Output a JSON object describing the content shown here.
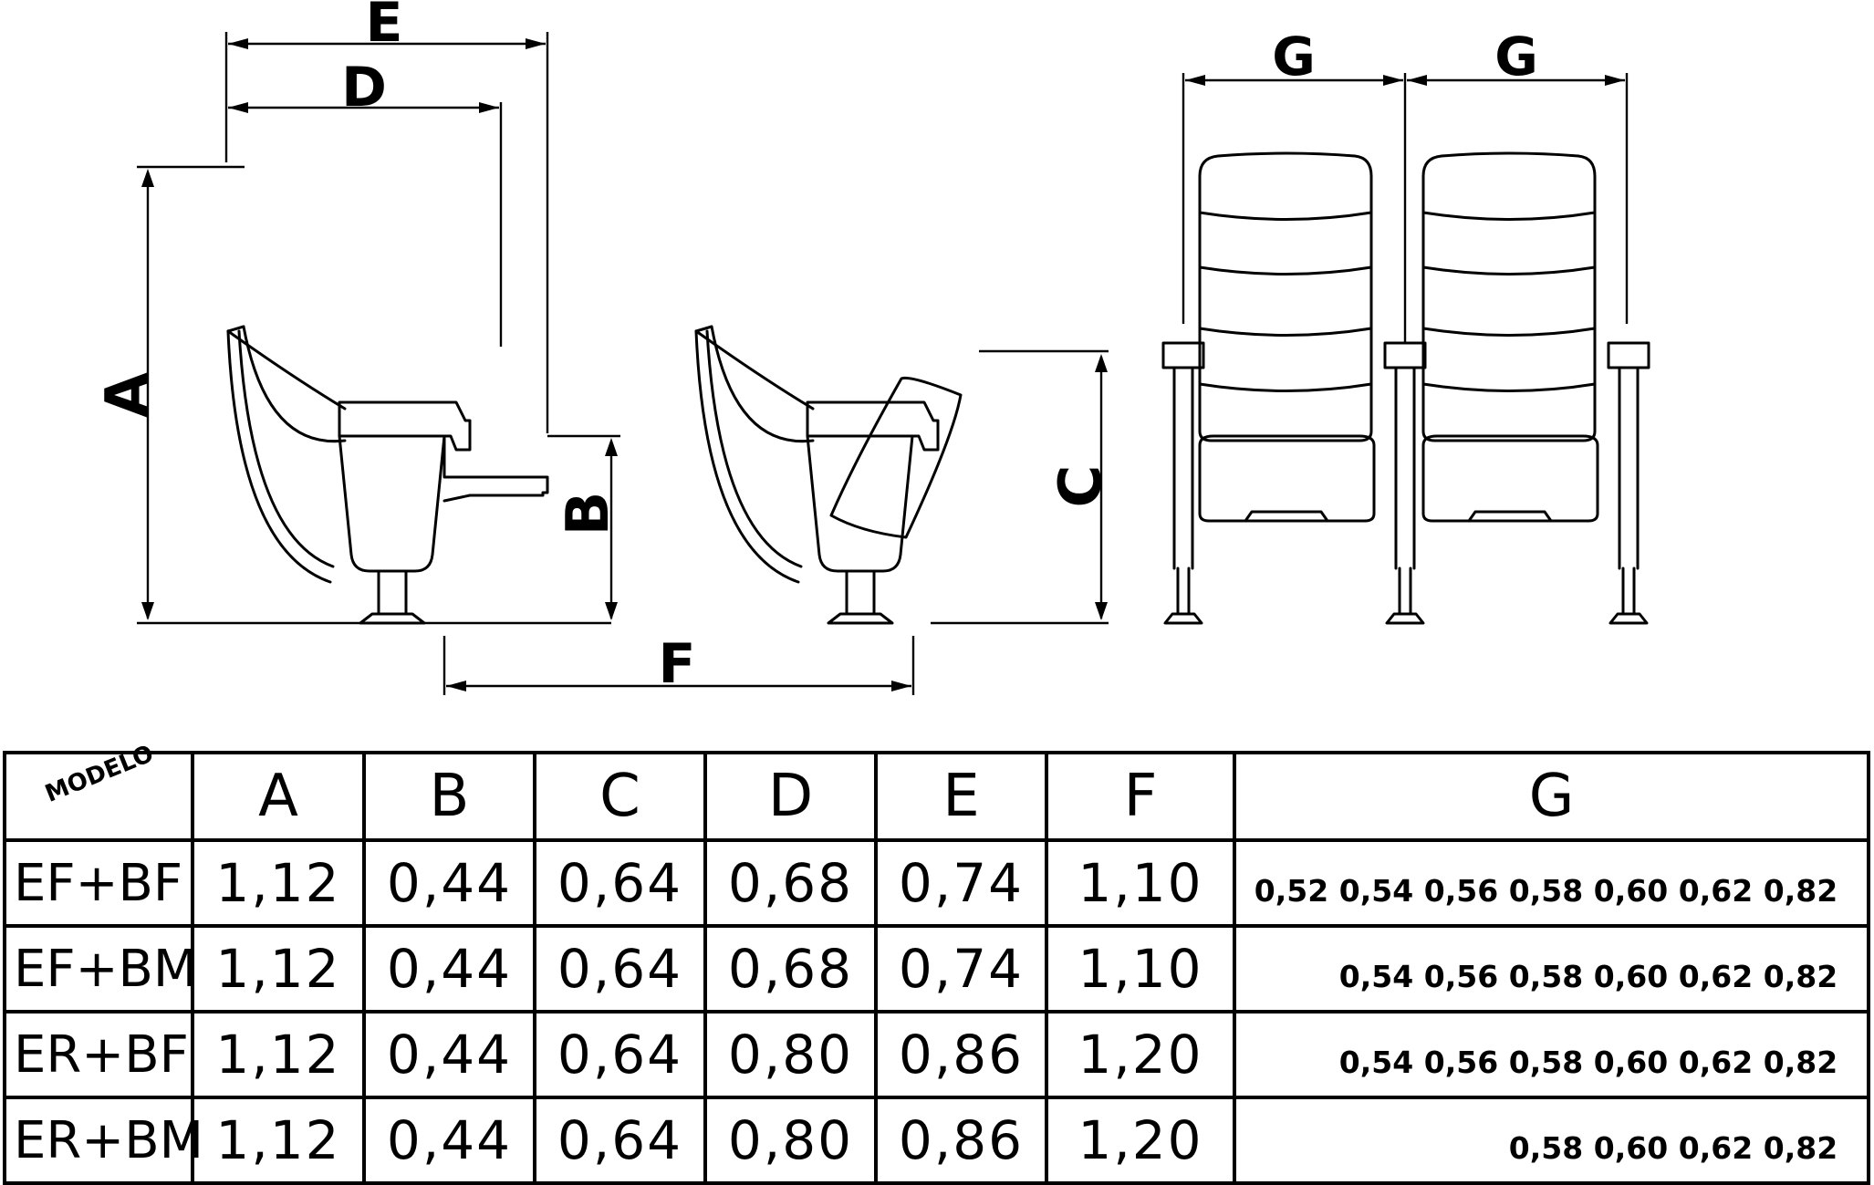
{
  "dimension_labels": {
    "A": "A",
    "B": "B",
    "C": "C",
    "D": "D",
    "E": "E",
    "F": "F",
    "G_left": "G",
    "G_right": "G"
  },
  "table": {
    "corner_label": "MODELO",
    "columns": [
      "A",
      "B",
      "C",
      "D",
      "E",
      "F",
      "G"
    ],
    "rows": [
      {
        "model": "EF+BF",
        "A": "1,12",
        "B": "0,44",
        "C": "0,64",
        "D": "0,68",
        "E": "0,74",
        "F": "1,10",
        "G": [
          "0,52",
          "0,54",
          "0,56",
          "0,58",
          "0,60",
          "0,62",
          "0,82"
        ]
      },
      {
        "model": "EF+BM",
        "A": "1,12",
        "B": "0,44",
        "C": "0,64",
        "D": "0,68",
        "E": "0,74",
        "F": "1,10",
        "G": [
          "0,54",
          "0,56",
          "0,58",
          "0,60",
          "0,62",
          "0,82"
        ]
      },
      {
        "model": "ER+BF",
        "A": "1,12",
        "B": "0,44",
        "C": "0,64",
        "D": "0,80",
        "E": "0,86",
        "F": "1,20",
        "G": [
          "0,54",
          "0,56",
          "0,58",
          "0,60",
          "0,62",
          "0,82"
        ]
      },
      {
        "model": "ER+BM",
        "A": "1,12",
        "B": "0,44",
        "C": "0,64",
        "D": "0,80",
        "E": "0,86",
        "F": "1,20",
        "G": [
          "0,58",
          "0,60",
          "0,62",
          "0,82"
        ]
      }
    ]
  }
}
